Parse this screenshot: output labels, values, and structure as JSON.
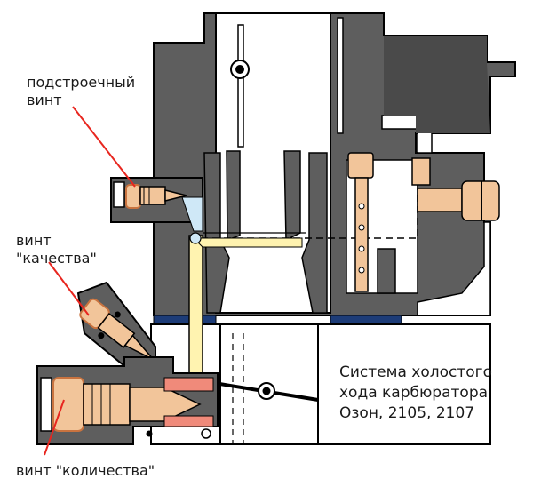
{
  "labels": {
    "trim_screw": [
      "подстроечный",
      "винт"
    ],
    "quality_screw": [
      "винт",
      "\"качества\""
    ],
    "quantity_screw": "винт \"количества\""
  },
  "caption": [
    "Система холостого",
    "хода карбюратора",
    "Озон, 2105, 2107"
  ],
  "colors": {
    "body": "#5e5e5e",
    "outline": "#000000",
    "channel": "#ffffff",
    "brass": "#f2c59a",
    "brass_dark": "#c9733f",
    "fuel": "#fff3b0",
    "air": "#cfe8f7",
    "gasket": "#1d3c78",
    "leader": "#e8261f"
  }
}
